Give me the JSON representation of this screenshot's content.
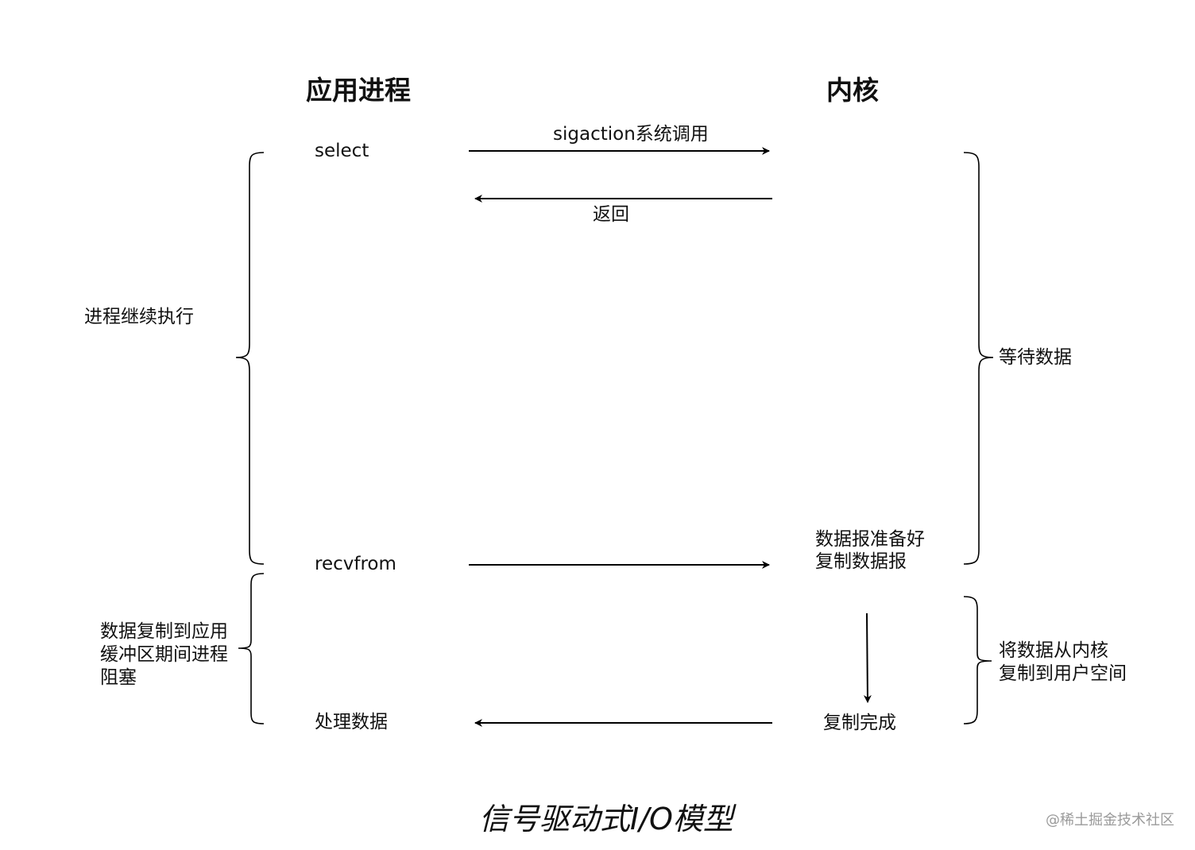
{
  "headers": {
    "app_process": "应用进程",
    "kernel": "内核"
  },
  "app_labels": {
    "select": "select",
    "recvfrom": "recvfrom",
    "process_data": "处理数据"
  },
  "arrow_labels": {
    "sigaction": "sigaction系统调用",
    "return": "返回"
  },
  "kernel_labels": {
    "datagram_ready_line1": "数据报准备好",
    "datagram_ready_line2": "复制数据报",
    "copy_done": "复制完成"
  },
  "brace_labels": {
    "continue_exec": "进程继续执行",
    "blocked_line1": "数据复制到应用",
    "blocked_line2": "缓冲区期间进程",
    "blocked_line3": "阻塞",
    "wait_data": "等待数据",
    "copy_line1": "将数据从内核",
    "copy_line2": "复制到用户空间"
  },
  "title": "信号驱动式I/O模型",
  "watermark": "@稀土掘金技术社区",
  "colors": {
    "stroke": "#000000",
    "text": "#111111",
    "watermark": "#9a9a9a"
  }
}
